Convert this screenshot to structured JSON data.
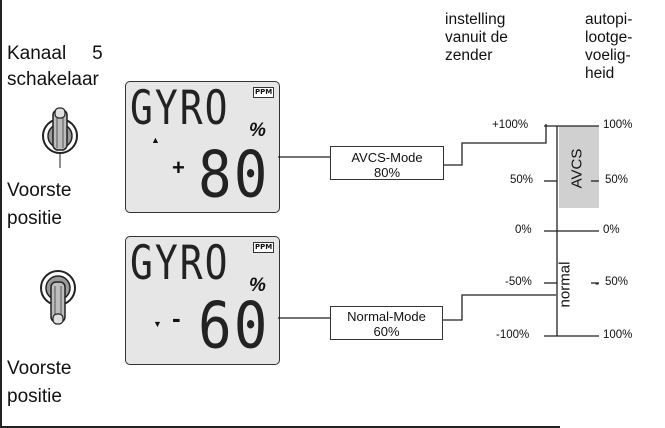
{
  "channel": {
    "label": "Kanaal",
    "number": "5",
    "sublabel": "schakelaar"
  },
  "switches": [
    {
      "position_label_line1": "Voorste",
      "position_label_line2": "positie"
    },
    {
      "position_label_line1": "Voorste",
      "position_label_line2": "positie"
    }
  ],
  "displays": [
    {
      "title": "GYRO",
      "tag": "PPM",
      "sign": "+",
      "value": "80",
      "unit": "%",
      "arrow": "▲"
    },
    {
      "title": "GYRO",
      "tag": "PPM",
      "sign": "-",
      "value": "60",
      "unit": "%",
      "arrow": "▼"
    }
  ],
  "modes": [
    {
      "name": "AVCS-Mode",
      "percent": "80%"
    },
    {
      "name": "Normal-Mode",
      "percent": "60%"
    }
  ],
  "headers": {
    "transmitter": [
      "instelling",
      "vanuit de",
      "zender"
    ],
    "autopilot": [
      "autopi-",
      "lootge-",
      "voelig-",
      "heid"
    ]
  },
  "left_scale": [
    "+100%",
    "50%",
    "0%",
    "-50%",
    "-100%"
  ],
  "right_scale": [
    "100%",
    "50%",
    "0%",
    "50%",
    "100%"
  ],
  "bands": {
    "upper": "AVCS",
    "lower": "normal"
  },
  "colors": {
    "lcd": "#e6e6e6",
    "avcs_band": "#d0d0d0",
    "line": "#222222"
  }
}
